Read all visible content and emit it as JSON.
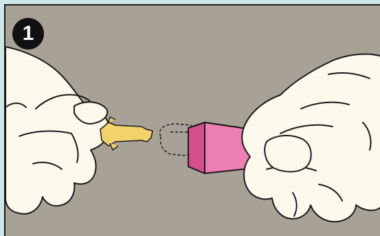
{
  "step": {
    "number": "1"
  },
  "palette": {
    "background": "#a8a196",
    "border": "#cfe6e6",
    "glove": "#fbf8ec",
    "glove_outline": "#1a1a1a",
    "key_yellow": "#f2d36b",
    "cap_pink": "#ee7fb4",
    "cap_pink_dark": "#d4508d"
  },
  "icons": [
    "left-gloved-hand",
    "right-gloved-hand",
    "yellow-key-tip",
    "pink-cap",
    "dashed-cap-outline"
  ]
}
